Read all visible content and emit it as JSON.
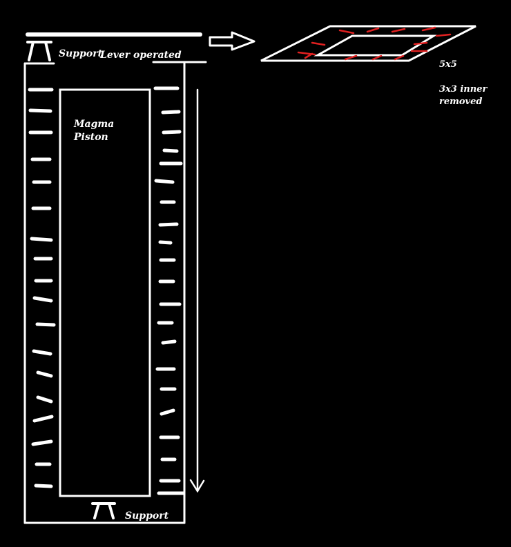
{
  "labels": {
    "support_top": "Support",
    "lever": "Lever operated",
    "piston": [
      "Magma",
      "Piston"
    ],
    "support_bottom": "Support",
    "grid_size": "5x5",
    "inner_removed": [
      "3x3 inner",
      "removed"
    ]
  },
  "colors": {
    "background": "#000000",
    "stroke": "#ffffff",
    "accent": "#e02020"
  }
}
